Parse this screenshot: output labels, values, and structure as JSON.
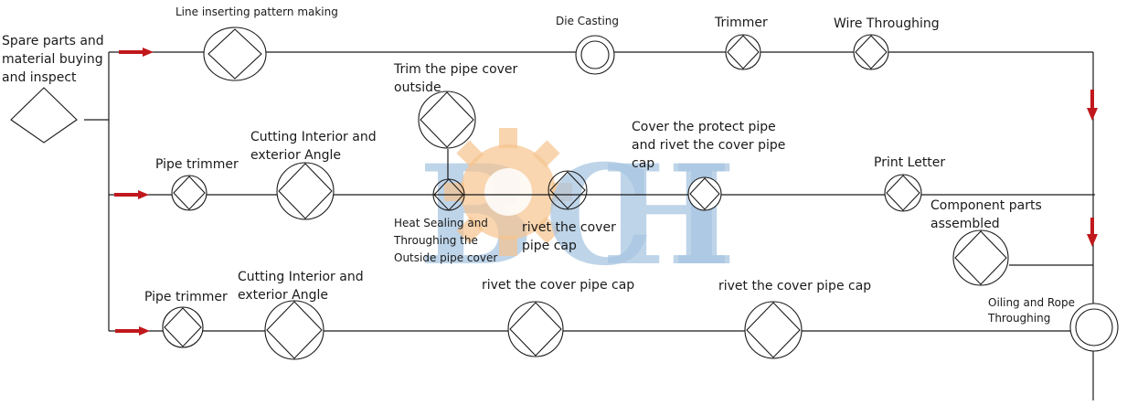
{
  "watermark": {
    "letters": [
      "B",
      "C",
      "H",
      "I"
    ],
    "color_blue": "#a9c6e2",
    "color_gear": "#f6c48e"
  },
  "arrow_color": "#c0181c",
  "labels": {
    "spare": [
      "Spare parts and",
      "material buying",
      "and inspect"
    ],
    "line_insert": "Line inserting pattern making",
    "die_casting": "Die Casting",
    "trimmer": "Trimmer",
    "wire_throughing": "Wire Throughing",
    "trim_pipe_cover": [
      "Trim the pipe cover",
      "outside"
    ],
    "pipe_trimmer_1": "Pipe trimmer",
    "cutting_1": [
      "Cutting Interior and",
      "exterior  Angle"
    ],
    "cover_protect": [
      "Cover the protect pipe",
      "and rivet the cover pipe",
      "cap"
    ],
    "print_letter": "Print Letter",
    "heat_sealing": [
      "Heat Sealing and",
      "Throughing the",
      "Outside pipe cover"
    ],
    "rivet_cap_mid": [
      "rivet the cover",
      "pipe cap"
    ],
    "component_parts": [
      "Component parts",
      "assembled"
    ],
    "pipe_trimmer_2": "Pipe trimmer",
    "cutting_2": [
      "Cutting Interior and",
      "exterior  Angle"
    ],
    "rivet_cap_1": "rivet the cover pipe cap",
    "rivet_cap_2": "rivet the cover pipe cap",
    "oiling": [
      "Oiling and Rope",
      "Throughing"
    ]
  }
}
